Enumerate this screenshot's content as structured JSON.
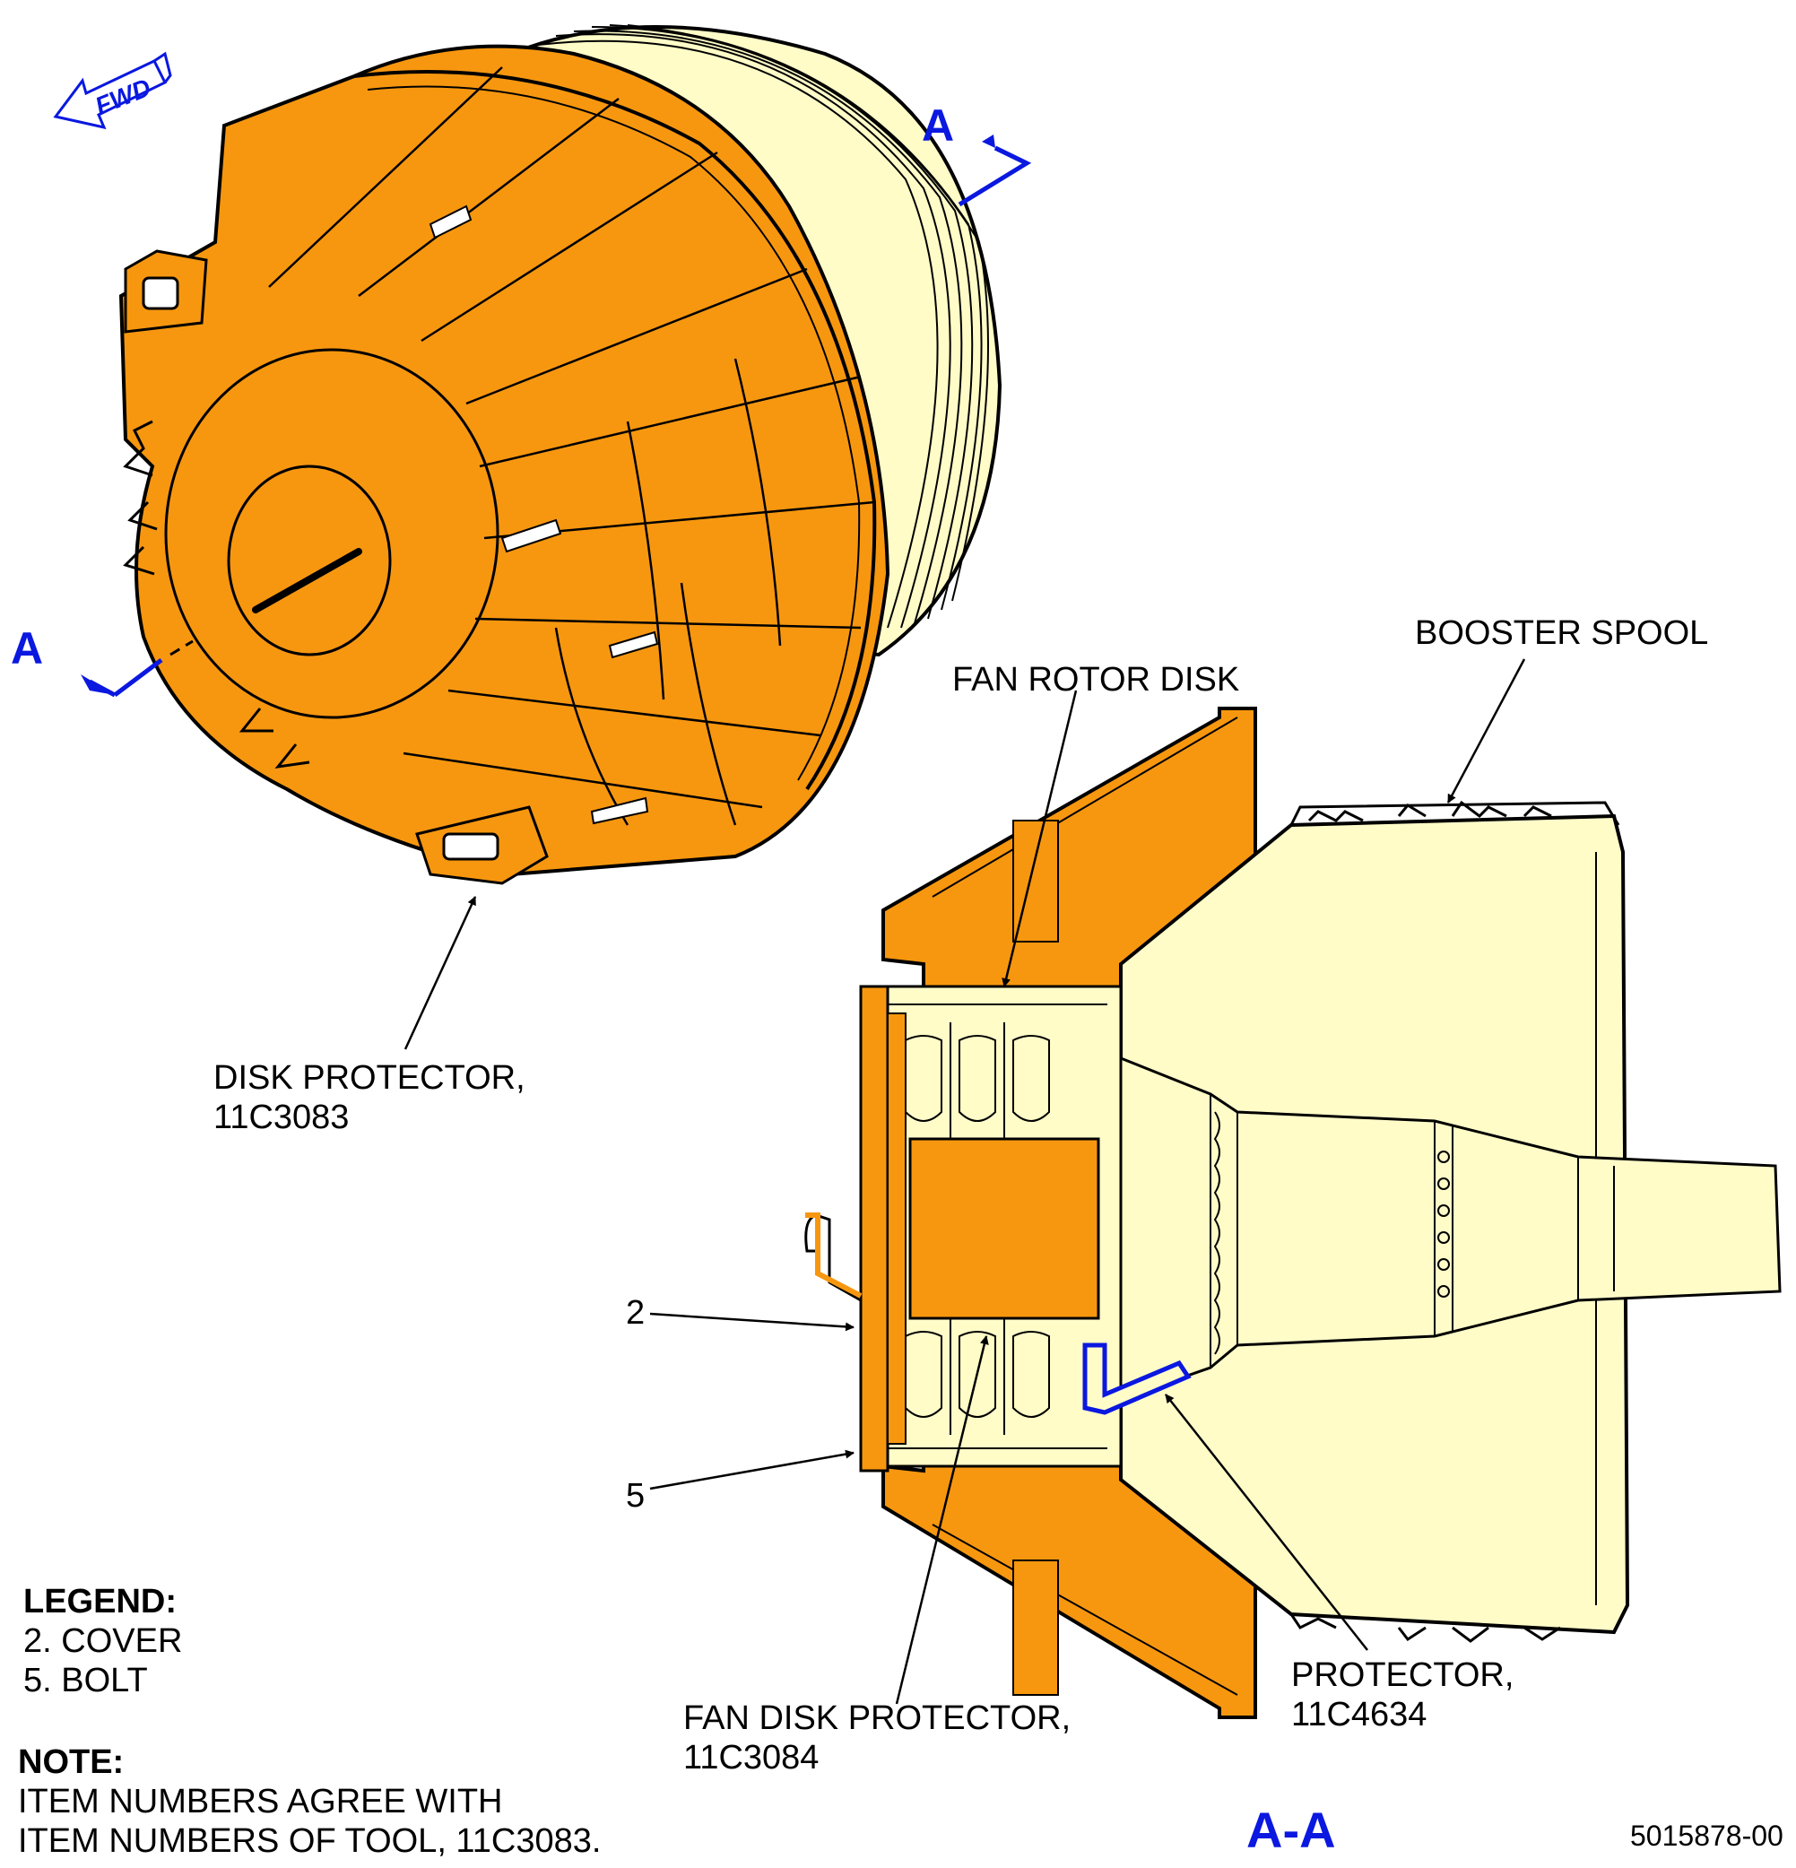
{
  "fwd_label": "FWD",
  "section_marker": "A",
  "section_title": "A-A",
  "callouts": {
    "disk_protector": {
      "name": "DISK PROTECTOR,",
      "pn": "11C3083"
    },
    "fan_rotor_disk": "FAN ROTOR DISK",
    "booster_spool": "BOOSTER SPOOL",
    "item_2": "2",
    "item_5": "5",
    "fan_disk_protector": {
      "name": "FAN DISK PROTECTOR,",
      "pn": "11C3084"
    },
    "protector": {
      "name": "PROTECTOR,",
      "pn": "11C4634"
    }
  },
  "legend": {
    "title": "LEGEND:",
    "items": [
      "2. COVER",
      "5. BOLT"
    ]
  },
  "note": {
    "title": "NOTE:",
    "lines": [
      "ITEM NUMBERS AGREE WITH",
      "ITEM NUMBERS OF TOOL, 11C3083."
    ]
  },
  "figure_id": "5015878-00",
  "colors": {
    "protector_orange": "#f7970f",
    "spool_cream": "#fffcc8",
    "marker_blue": "#0a18e0",
    "outline": "#000000"
  }
}
